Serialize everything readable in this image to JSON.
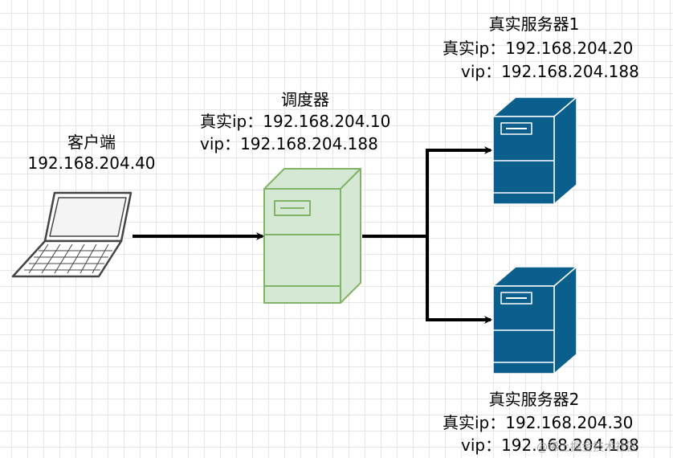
{
  "client": {
    "name": "客户端",
    "ip": "192.168.204.40"
  },
  "director": {
    "name": "调度器",
    "real_ip": "真实ip：192.168.204.10",
    "vip": "vip：192.168.204.188"
  },
  "real_server_1": {
    "name": "真实服务器1",
    "real_ip": "真实ip：192.168.204.20",
    "vip": "vip：192.168.204.188"
  },
  "real_server_2": {
    "name": "真实服务器2",
    "real_ip": "真实ip：192.168.204.30",
    "vip": "vip：192.168.204.188"
  },
  "watermark": "@稀土掘金技术社区",
  "colors": {
    "director_fill": "#d5e8d4",
    "director_stroke": "#82b366",
    "server_fill": "#0b5f8c",
    "server_stroke": "#ffffff",
    "laptop_fill": "#ffffff",
    "laptop_stroke": "#444444",
    "edge": "#000000"
  }
}
